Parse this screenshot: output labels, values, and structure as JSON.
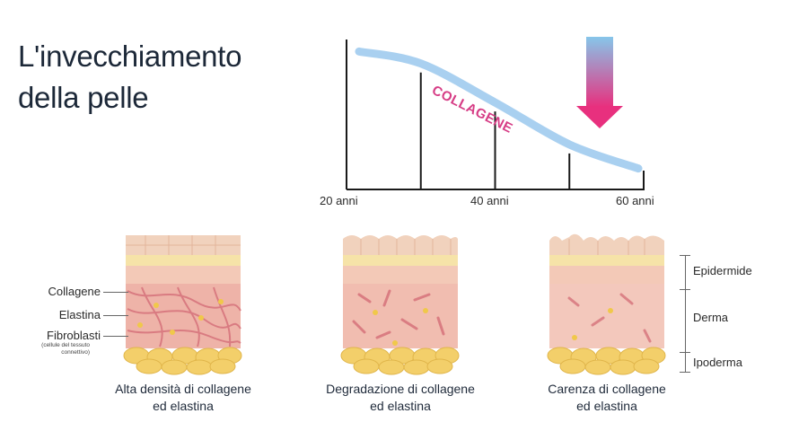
{
  "title": {
    "line1": "L'invecchiamento",
    "line2": "della pelle"
  },
  "chart_data": {
    "type": "line",
    "x_ticks": [
      "20 anni",
      "40 anni",
      "60 anni"
    ],
    "series": [
      {
        "name": "COLLAGENE",
        "x": [
          20,
          30,
          40,
          50,
          60
        ],
        "y": [
          92,
          84,
          58,
          30,
          14
        ]
      }
    ],
    "vertical_markers_x": [
      30,
      40,
      50
    ],
    "xlim": [
      20,
      60
    ],
    "ylim": [
      0,
      100
    ],
    "arrow": "down",
    "colors": {
      "curve": "#a9d0f0",
      "label": "#d63c85",
      "arrow_top": "#86c6ea",
      "arrow_bottom": "#e8307e"
    }
  },
  "left_labels": {
    "collagene": "Collagene",
    "elastina": "Elastina",
    "fibroblasti": "Fibroblasti",
    "fibroblasti_note": "(cellule del tessuto connettivo)"
  },
  "right_labels": {
    "epidermide": "Epidermide",
    "derma": "Derma",
    "ipoderma": "Ipoderma"
  },
  "panels": [
    {
      "line1": "Alta densità di collagene",
      "line2": "ed elastina"
    },
    {
      "line1": "Degradazione di collagene",
      "line2": "ed elastina"
    },
    {
      "line1": "Carenza di collagene",
      "line2": "ed elastina"
    }
  ]
}
